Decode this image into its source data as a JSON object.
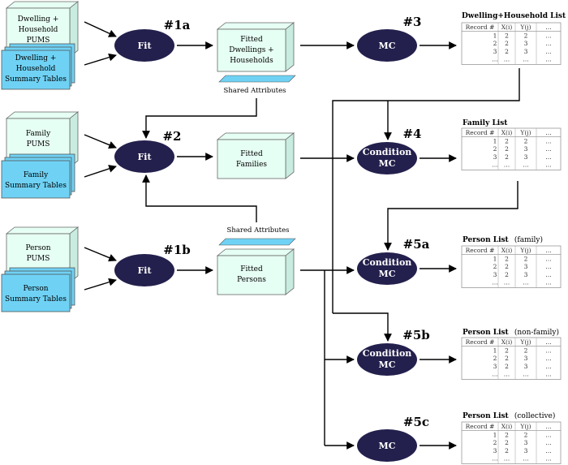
{
  "inputs": {
    "dwelling": {
      "pums": [
        "Dwelling +",
        "Household",
        "PUMS"
      ],
      "summary": [
        "Dwelling +",
        "Household",
        "Summary Tables"
      ]
    },
    "family": {
      "pums": [
        "Family",
        "PUMS"
      ],
      "summary": [
        "Family",
        "Summary Tables"
      ]
    },
    "person": {
      "pums": [
        "Person",
        "PUMS"
      ],
      "summary": [
        "Person",
        "Summary Tables"
      ]
    }
  },
  "nodes": {
    "fit_1a": "Fit",
    "fit_2": "Fit",
    "fit_1b": "Fit",
    "mc_3": "MC",
    "cmc_4": [
      "Condition",
      "MC"
    ],
    "cmc_5a": [
      "Condition",
      "MC"
    ],
    "cmc_5b": [
      "Condition",
      "MC"
    ],
    "mc_5c": "MC"
  },
  "steps": {
    "s1a": "#1a",
    "s2": "#2",
    "s1b": "#1b",
    "s3": "#3",
    "s4": "#4",
    "s5a": "#5a",
    "s5b": "#5b",
    "s5c": "#5c"
  },
  "fitted": {
    "dwellings": [
      "Fitted",
      "Dwellings +",
      "Households"
    ],
    "families": [
      "Fitted",
      "Families"
    ],
    "persons": [
      "Fitted",
      "Persons"
    ]
  },
  "shared_attributes": {
    "top": "Shared Attributes",
    "bottom": "Shared Attributes"
  },
  "lists": {
    "dwelling_household": {
      "title": "Dwelling+Household List",
      "subtitle": ""
    },
    "family": {
      "title": "Family List",
      "subtitle": ""
    },
    "person_family": {
      "title": "Person List",
      "subtitle": "(family)"
    },
    "person_nonfamily": {
      "title": "Person List",
      "subtitle": "(non-family)"
    },
    "person_collective": {
      "title": "Person List",
      "subtitle": "(collective)"
    }
  },
  "table": {
    "headers": [
      "Record #",
      "X(i)",
      "Y(j)",
      "…"
    ],
    "rows": [
      [
        "1",
        "2",
        "2",
        "…"
      ],
      [
        "2",
        "2",
        "3",
        "…"
      ],
      [
        "3",
        "2",
        "3",
        "…"
      ],
      [
        "…",
        "…",
        "…",
        "…"
      ]
    ]
  },
  "colors": {
    "pums_fill": "#e6fff4",
    "summary_fill": "#6fd2f5",
    "fitted_fill": "#e6fff4",
    "shared_fill": "#6fd2f5",
    "node_fill": "#23204d"
  }
}
